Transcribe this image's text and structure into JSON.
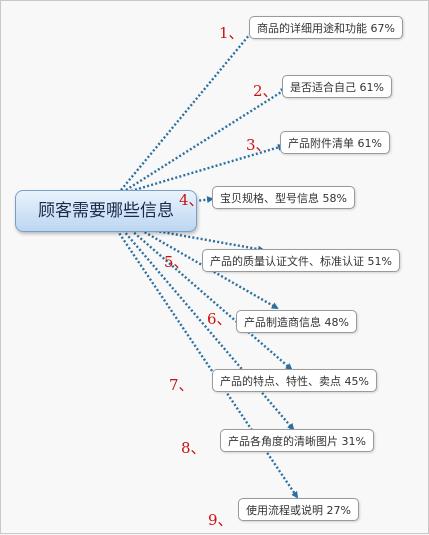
{
  "central": {
    "label": "顾客需要哪些信息"
  },
  "colors": {
    "connector": "#2a6fa0",
    "number": "#cc1111",
    "central_fill": "#bcd6f1"
  },
  "items": [
    {
      "num": "1、",
      "label": "商品的详细用途和功能 67%"
    },
    {
      "num": "2、",
      "label": "是否适合自己 61%"
    },
    {
      "num": "3、",
      "label": "产品附件清单 61%"
    },
    {
      "num": "4、",
      "label": "宝贝规格、型号信息 58%"
    },
    {
      "num": "5、",
      "label": "产品的质量认证文件、标准认证 51%"
    },
    {
      "num": "6、",
      "label": "产品制造商信息 48%"
    },
    {
      "num": "7、",
      "label": "产品的特点、特性、卖点 45%"
    },
    {
      "num": "8、",
      "label": "产品各角度的清晰图片 31%"
    },
    {
      "num": "9、",
      "label": "使用流程或说明 27%"
    }
  ]
}
